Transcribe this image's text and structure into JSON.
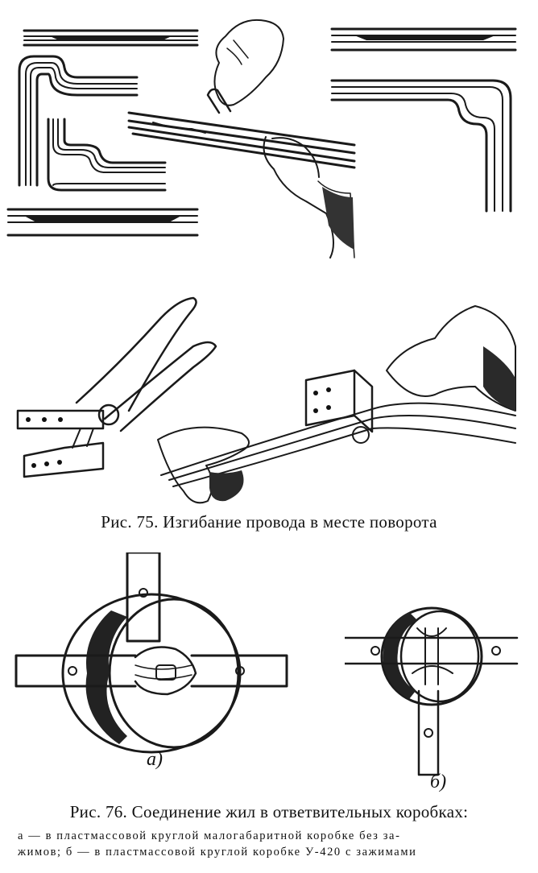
{
  "figure75": {
    "caption": "Рис. 75. Изгибание провода в месте поворота"
  },
  "figure76": {
    "caption": "Рис. 76. Соединение жил в ответвительных коробках:",
    "legend_line1": "а — в пластмассовой круглой малогабаритной коробке без за-",
    "legend_line2": "жимов; б — в пластмассовой круглой коробке У-420 с зажимами",
    "label_a": "а)",
    "label_b": "б)"
  }
}
